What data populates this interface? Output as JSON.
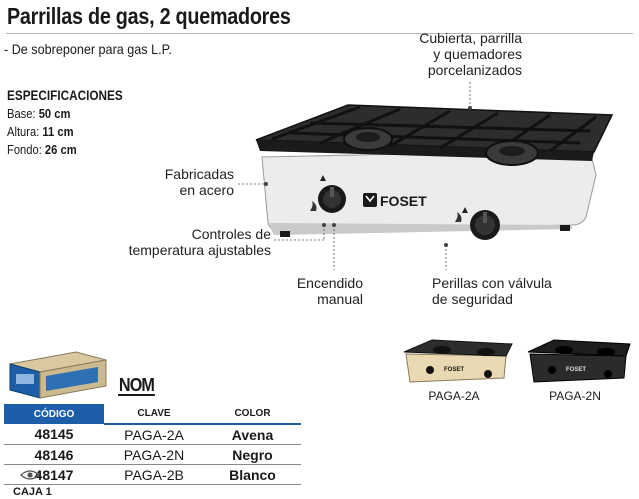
{
  "header": {
    "title": "Parrillas de gas, 2 quemadores",
    "subtitle": "- De sobreponer para gas L.P."
  },
  "specs": {
    "heading": "ESPECIFICACIONES",
    "lines": [
      {
        "label": "Base:",
        "value": "50 cm"
      },
      {
        "label": "Altura:",
        "value": "11 cm"
      },
      {
        "label": "Fondo:",
        "value": "26 cm"
      }
    ]
  },
  "callouts": {
    "cover": [
      "Cubierta, parrilla",
      "y quemadores",
      "porcelanizados"
    ],
    "steel": [
      "Fabricadas",
      "en acero"
    ],
    "controls": [
      "Controles de",
      "temperatura ajustables"
    ],
    "ignition": [
      "Encendido",
      "manual"
    ],
    "knobs": [
      "Perillas con válvula",
      "de seguridad"
    ]
  },
  "product": {
    "brand": "FOSET",
    "accent_color": "#1c5fa8",
    "body_color": "#e9e9e9",
    "top_color": "#2a2a2a"
  },
  "thumbnails": [
    {
      "label": "PAGA-2A",
      "body_color": "#e8d9b2"
    },
    {
      "label": "PAGA-2N",
      "body_color": "#2b2b2b"
    }
  ],
  "nom_mark": "NOM",
  "table": {
    "headers": [
      "CÓDIGO",
      "CLAVE",
      "COLOR"
    ],
    "rows": [
      {
        "codigo": "48145",
        "clave": "PAGA-2A",
        "color": "Avena",
        "icon": ""
      },
      {
        "codigo": "48146",
        "clave": "PAGA-2N",
        "color": "Negro",
        "icon": ""
      },
      {
        "codigo": "48147",
        "clave": "PAGA-2B",
        "color": "Blanco",
        "icon": "eye-icon"
      }
    ]
  },
  "caja": "CAJA 1"
}
